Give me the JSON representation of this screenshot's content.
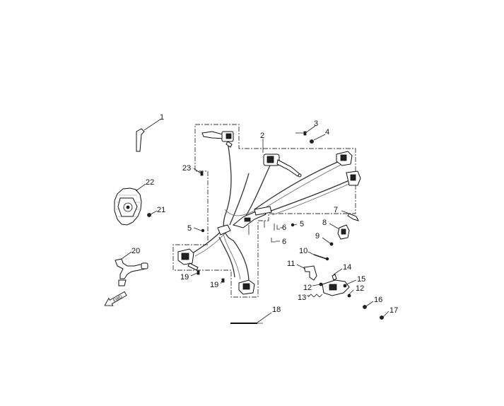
{
  "diagram": {
    "callouts": {
      "c1": "1",
      "c2": "2",
      "c3": "3",
      "c4": "4",
      "c5a": "5",
      "c5b": "5",
      "c6a": "6",
      "c6b": "6",
      "c7": "7",
      "c8": "8",
      "c9": "9",
      "c10": "10",
      "c11": "11",
      "c12a": "12",
      "c12b": "12",
      "c13": "13",
      "c14": "14",
      "c15": "15",
      "c16": "16",
      "c17": "17",
      "c18": "18",
      "c19a": "19",
      "c19b": "19",
      "c20": "20",
      "c21": "21",
      "c22": "22",
      "c23": "23"
    },
    "direction_label": "FWD"
  }
}
